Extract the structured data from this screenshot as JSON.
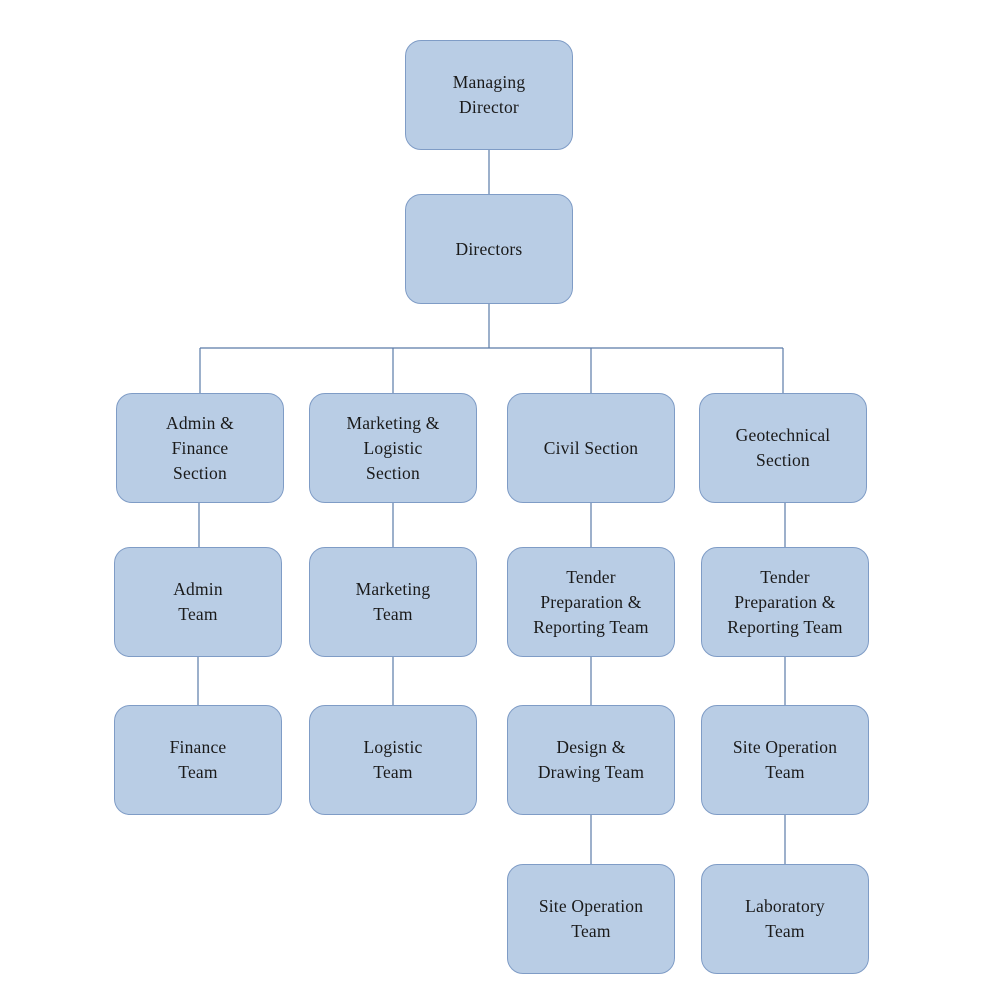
{
  "chart": {
    "managing_director": "Managing\nDirector",
    "directors": "Directors",
    "sections": {
      "admin_finance": {
        "label": "Admin &\nFinance\nSection",
        "teams": [
          "Admin\nTeam",
          "Finance\nTeam"
        ]
      },
      "marketing_logistic": {
        "label": "Marketing &\nLogistic\nSection",
        "teams": [
          "Marketing\nTeam",
          "Logistic\nTeam"
        ]
      },
      "civil": {
        "label": "Civil Section",
        "teams": [
          "Tender\nPreparation &\nReporting Team",
          "Design &\nDrawing Team",
          "Site Operation\nTeam"
        ]
      },
      "geotechnical": {
        "label": "Geotechnical\nSection",
        "teams": [
          "Tender\nPreparation &\nReporting Team",
          "Site Operation\nTeam",
          "Laboratory\nTeam"
        ]
      }
    }
  },
  "colors": {
    "node_fill": "#b9cde5",
    "node_border": "#7f9cc6",
    "connector": "#5b7ba8"
  }
}
